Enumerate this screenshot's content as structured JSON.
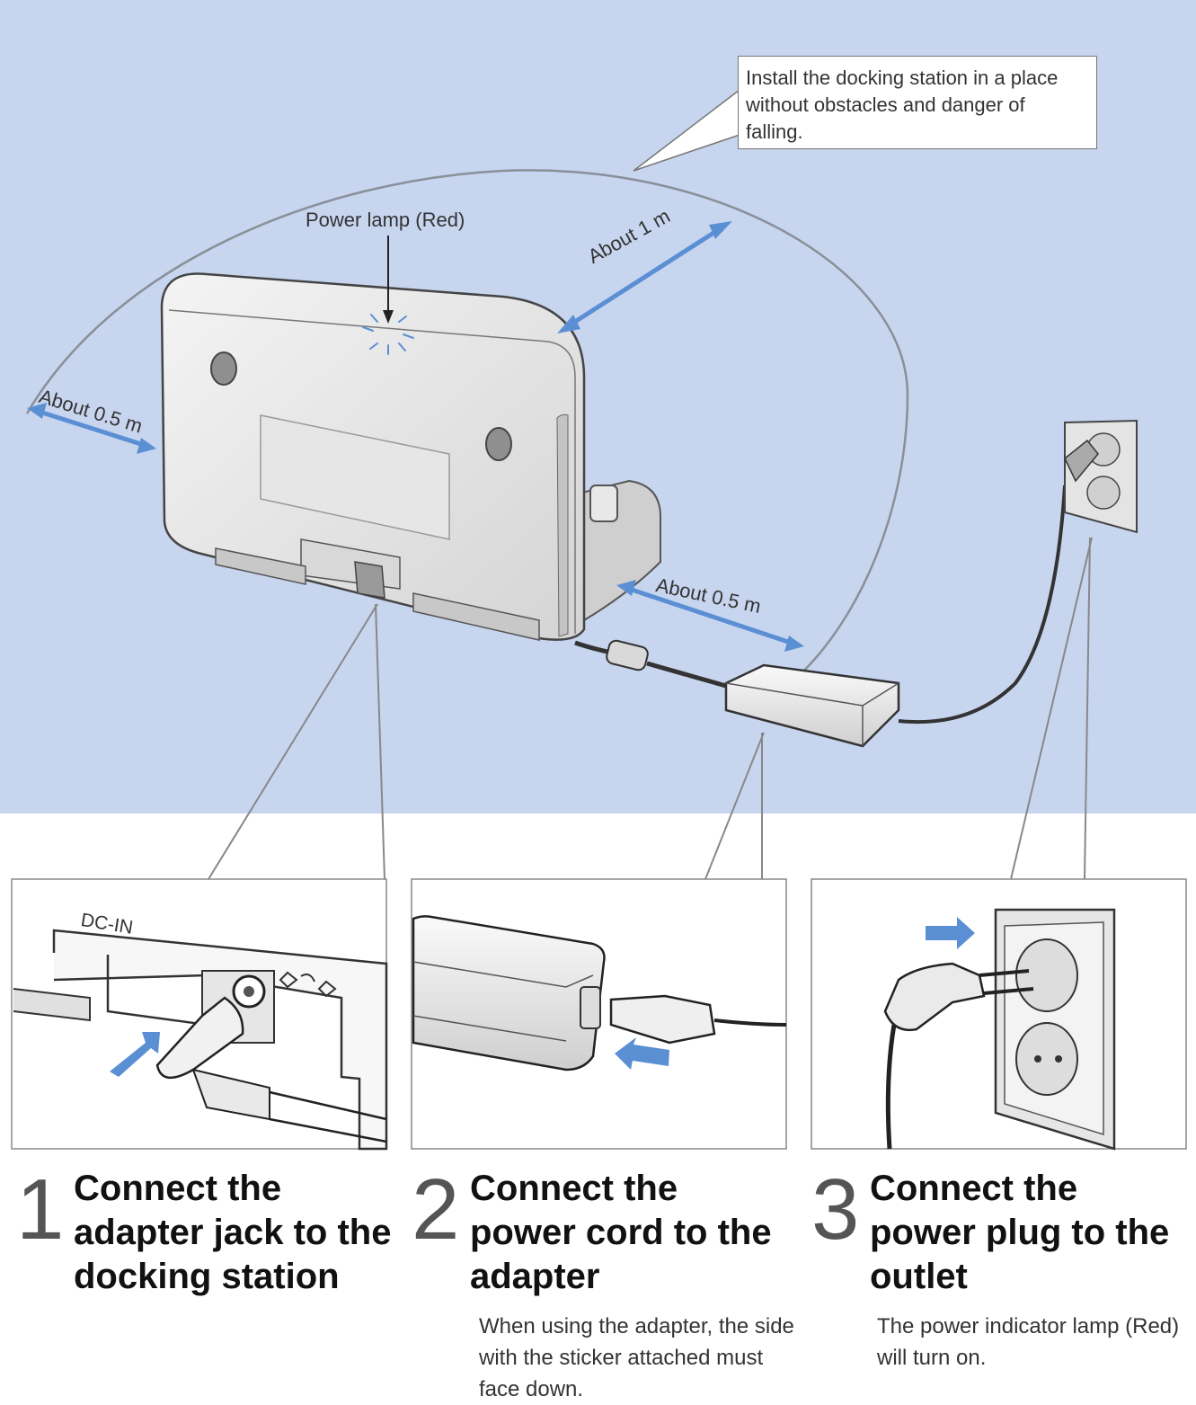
{
  "callout": {
    "text": "Install the docking station in a place without obstacles and danger of falling."
  },
  "labels": {
    "power_lamp": "Power lamp (Red)",
    "about_1m": "About 1 m",
    "about_05m_left": "About 0.5 m",
    "about_05m_front": "About 0.5 m",
    "dc_in": "DC-IN"
  },
  "steps": [
    {
      "number": "1",
      "title": "Connect the adapter jack to the docking station",
      "note": ""
    },
    {
      "number": "2",
      "title": "Connect the power cord to the adapter",
      "note": "When using the adapter, the side with the sticker attached must face down."
    },
    {
      "number": "3",
      "title": "Connect the power plug to the outlet",
      "note": "The power indicator lamp (Red) will turn on."
    }
  ],
  "colors": {
    "wall": "#c7d5ef",
    "arrow": "#5b8fd4"
  }
}
